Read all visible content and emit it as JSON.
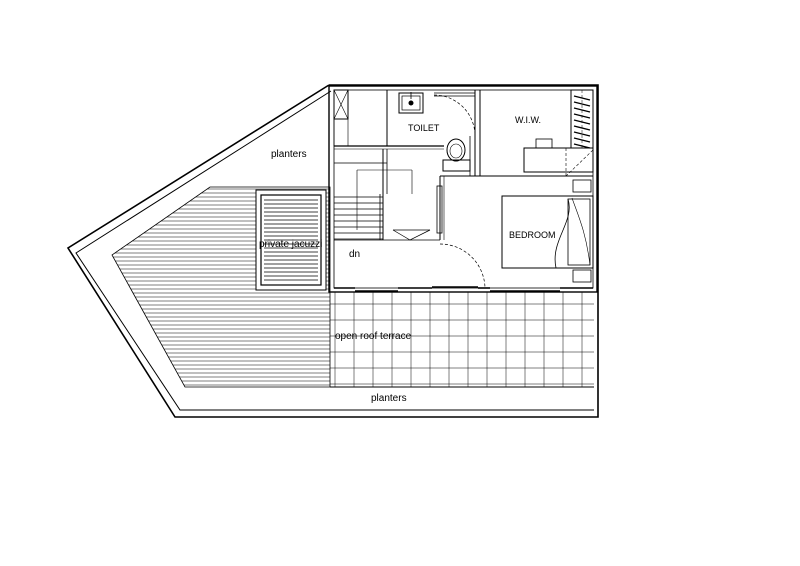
{
  "labels": {
    "planters_top": "planters",
    "planters_bottom": "planters",
    "toilet": "TOILET",
    "wiw": "W.I.W.",
    "bedroom": "BEDROOM",
    "jacuzzi": "private jacuzzi",
    "stair_down": "dn",
    "terrace": "open roof terrace"
  },
  "colors": {
    "line": "#000000",
    "background": "#ffffff"
  }
}
